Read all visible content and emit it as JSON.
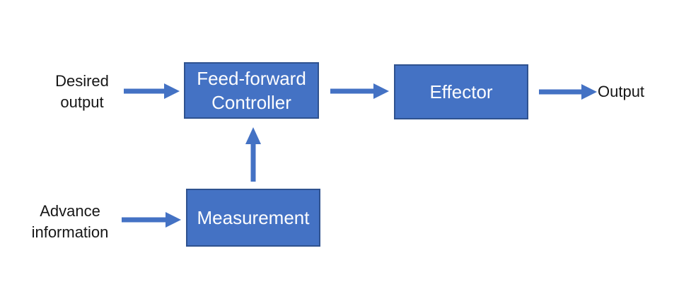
{
  "diagram": {
    "nodes": {
      "feed_forward_controller": {
        "label": "Feed-forward\nController"
      },
      "effector": {
        "label": "Effector"
      },
      "measurement": {
        "label": "Measurement"
      }
    },
    "labels": {
      "desired_output": {
        "text": "Desired\noutput"
      },
      "advance_information": {
        "text": "Advance\ninformation"
      },
      "output": {
        "text": "Output"
      }
    },
    "connections": [
      {
        "from": "Desired output",
        "to": "Feed-forward Controller",
        "direction": "right"
      },
      {
        "from": "Feed-forward Controller",
        "to": "Effector",
        "direction": "right"
      },
      {
        "from": "Effector",
        "to": "Output",
        "direction": "right"
      },
      {
        "from": "Advance information",
        "to": "Measurement",
        "direction": "right"
      },
      {
        "from": "Measurement",
        "to": "Feed-forward Controller",
        "direction": "up"
      }
    ],
    "colors": {
      "node_fill": "#4472C4",
      "node_border": "#2F528F",
      "arrow": "#4472C4",
      "node_text": "#FDFDFE",
      "label_text": "#161616",
      "background": "#FFFFFF"
    }
  }
}
